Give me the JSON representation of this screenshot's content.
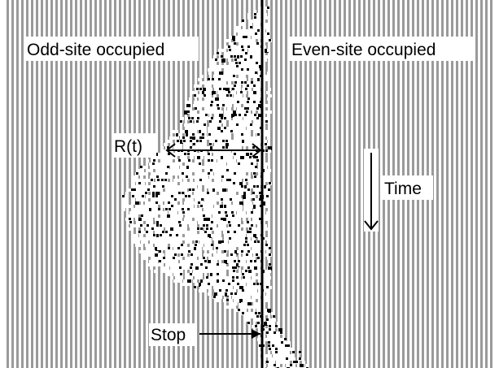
{
  "labels": {
    "left_region": "Odd-site occupied",
    "right_region": "Even-site occupied",
    "radius": "R(t)",
    "time": "Time",
    "stop": "Stop"
  },
  "colors": {
    "background": "#ffffff",
    "stripe": "#9a9a9a",
    "particle": "#000000",
    "interface": "#000000"
  }
}
